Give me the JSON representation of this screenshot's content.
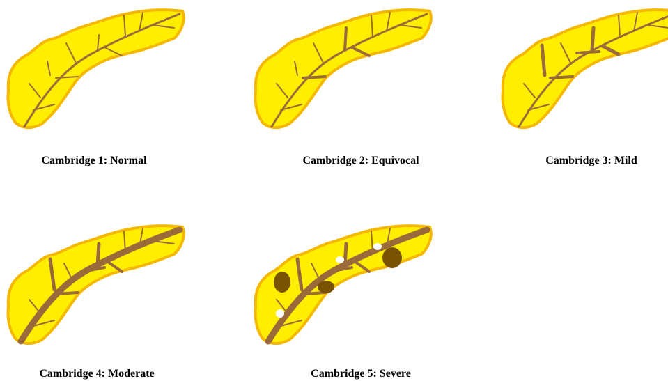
{
  "captions": [
    "Cambridge 1: Normal",
    "Cambridge 2: Equivocal",
    "Cambridge 3: Mild",
    "Cambridge 4: Moderate",
    "Cambridge 5: Severe"
  ],
  "colors": {
    "parenchyma_fill": "#ffee00",
    "parenchyma_outline": "#f5b800",
    "duct": "#9a6a3a",
    "cyst": "#7a5300",
    "calcification": "#ffffff"
  }
}
